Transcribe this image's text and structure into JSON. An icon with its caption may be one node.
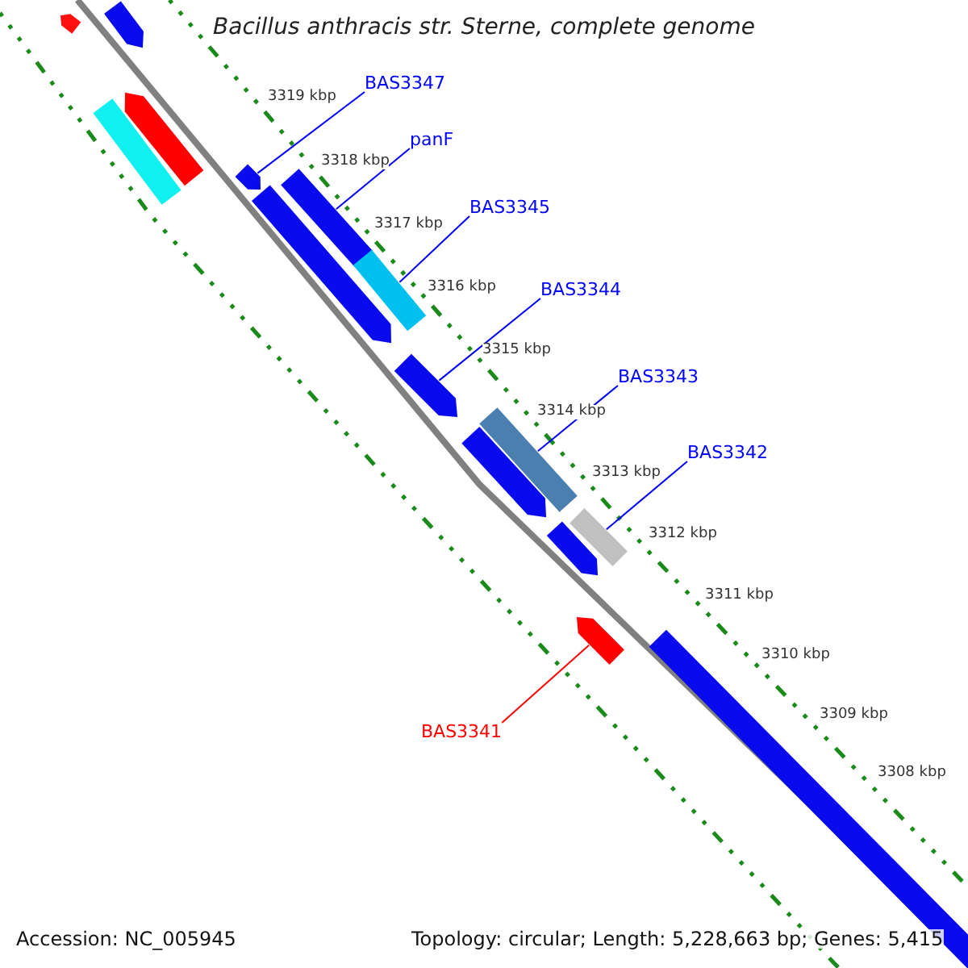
{
  "diagram": {
    "title": "Bacillus anthracis str. Sterne, complete genome",
    "nodes": [
      {
        "text": [
          "BAS3347"
        ]
      },
      {
        "text": [],
        "shape": "bar"
      },
      {
        "text": [
          "panF"
        ]
      },
      {
        "text": [],
        "shape": "bar"
      },
      {
        "text": [
          "BAS3345"
        ]
      },
      {
        "text": [],
        "shape": "bar"
      },
      {
        "text": [
          "BAS3344"
        ]
      },
      {
        "text": [],
        "shape": "bar"
      },
      {
        "text": [
          "BAS3343"
        ]
      },
      {
        "text": [],
        "shape": "bar"
      },
      {
        "text": [
          "BAS3342"
        ]
      },
      {
        "text": [],
        "shape": "bar"
      },
      {
        "text": [
          "BAS3341"
        ]
      },
      {
        "text": [],
        "shape": "bar"
      },
      {
        "text": [],
        "shape": "bar"
      },
      {
        "text": [],
        "shape": "bar"
      },
      {
        "text": [],
        "shape": "bar"
      },
      {
        "text": [],
        "shape": "bar"
      },
      {
        "text": [],
        "shape": "bar"
      },
      {
        "text": [],
        "shape": "bar"
      },
      {
        "text": [],
        "shape": "bar"
      },
      {
        "text": [],
        "shape": "bar"
      }
    ],
    "edges": [
      {
        "from": 0,
        "to": 1,
        "arrow": "none"
      },
      {
        "from": 2,
        "to": 3,
        "arrow": "none"
      },
      {
        "from": 4,
        "to": 5,
        "arrow": "none"
      },
      {
        "from": 6,
        "to": 7,
        "arrow": "none"
      },
      {
        "from": 8,
        "to": 9,
        "arrow": "none"
      },
      {
        "from": 10,
        "to": 11,
        "arrow": "none"
      },
      {
        "from": 12,
        "to": 13,
        "arrow": "none",
        "color": "#ff0000"
      }
    ],
    "labels": [
      "3319 kbp",
      "3318 kbp",
      "3317 kbp",
      "3316 kbp",
      "3315 kbp",
      "3314 kbp",
      "3313 kbp",
      "3312 kbp",
      "3311 kbp",
      "3310 kbp",
      "3309 kbp",
      "3308 kbp",
      "Accession: NC_005945",
      "Topology: circular; Length: 5,228,663 bp; Genes: 5,415"
    ]
  }
}
